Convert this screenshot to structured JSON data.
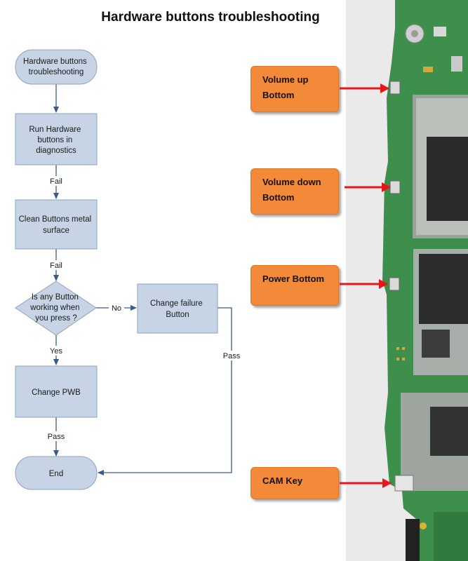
{
  "title": "Hardware buttons troubleshooting",
  "flowchart": {
    "nodes": {
      "start": [
        "Hardware buttons",
        "troubleshooting"
      ],
      "run_diag": [
        "Run Hardware",
        "buttons in",
        "diagnostics"
      ],
      "clean": [
        "Clean Buttons metal",
        "surface"
      ],
      "decision": [
        "Is any Button",
        "working when",
        "you press ?"
      ],
      "change_failure": [
        "Change failure",
        "Button"
      ],
      "change_pwb": [
        "Change PWB"
      ],
      "end": [
        "End"
      ]
    },
    "edge_labels": {
      "fail_1": "Fail",
      "fail_2": "Fail",
      "no": "No",
      "yes": "Yes",
      "pass_1": "Pass",
      "pass_2": "Pass"
    }
  },
  "callouts": {
    "volume_up": [
      "Volume up",
      "Bottom"
    ],
    "volume_down": [
      "Volume down",
      "Bottom"
    ],
    "power": [
      "Power Bottom"
    ],
    "cam": [
      "CAM Key"
    ]
  },
  "colors": {
    "node_fill": "#c6d4e6",
    "node_stroke": "#8ea2bd",
    "connector": "#3a5a8a",
    "callout": "#f28a3a",
    "arrow_red": "#e8151b",
    "board_green": "#3f8f4c"
  }
}
